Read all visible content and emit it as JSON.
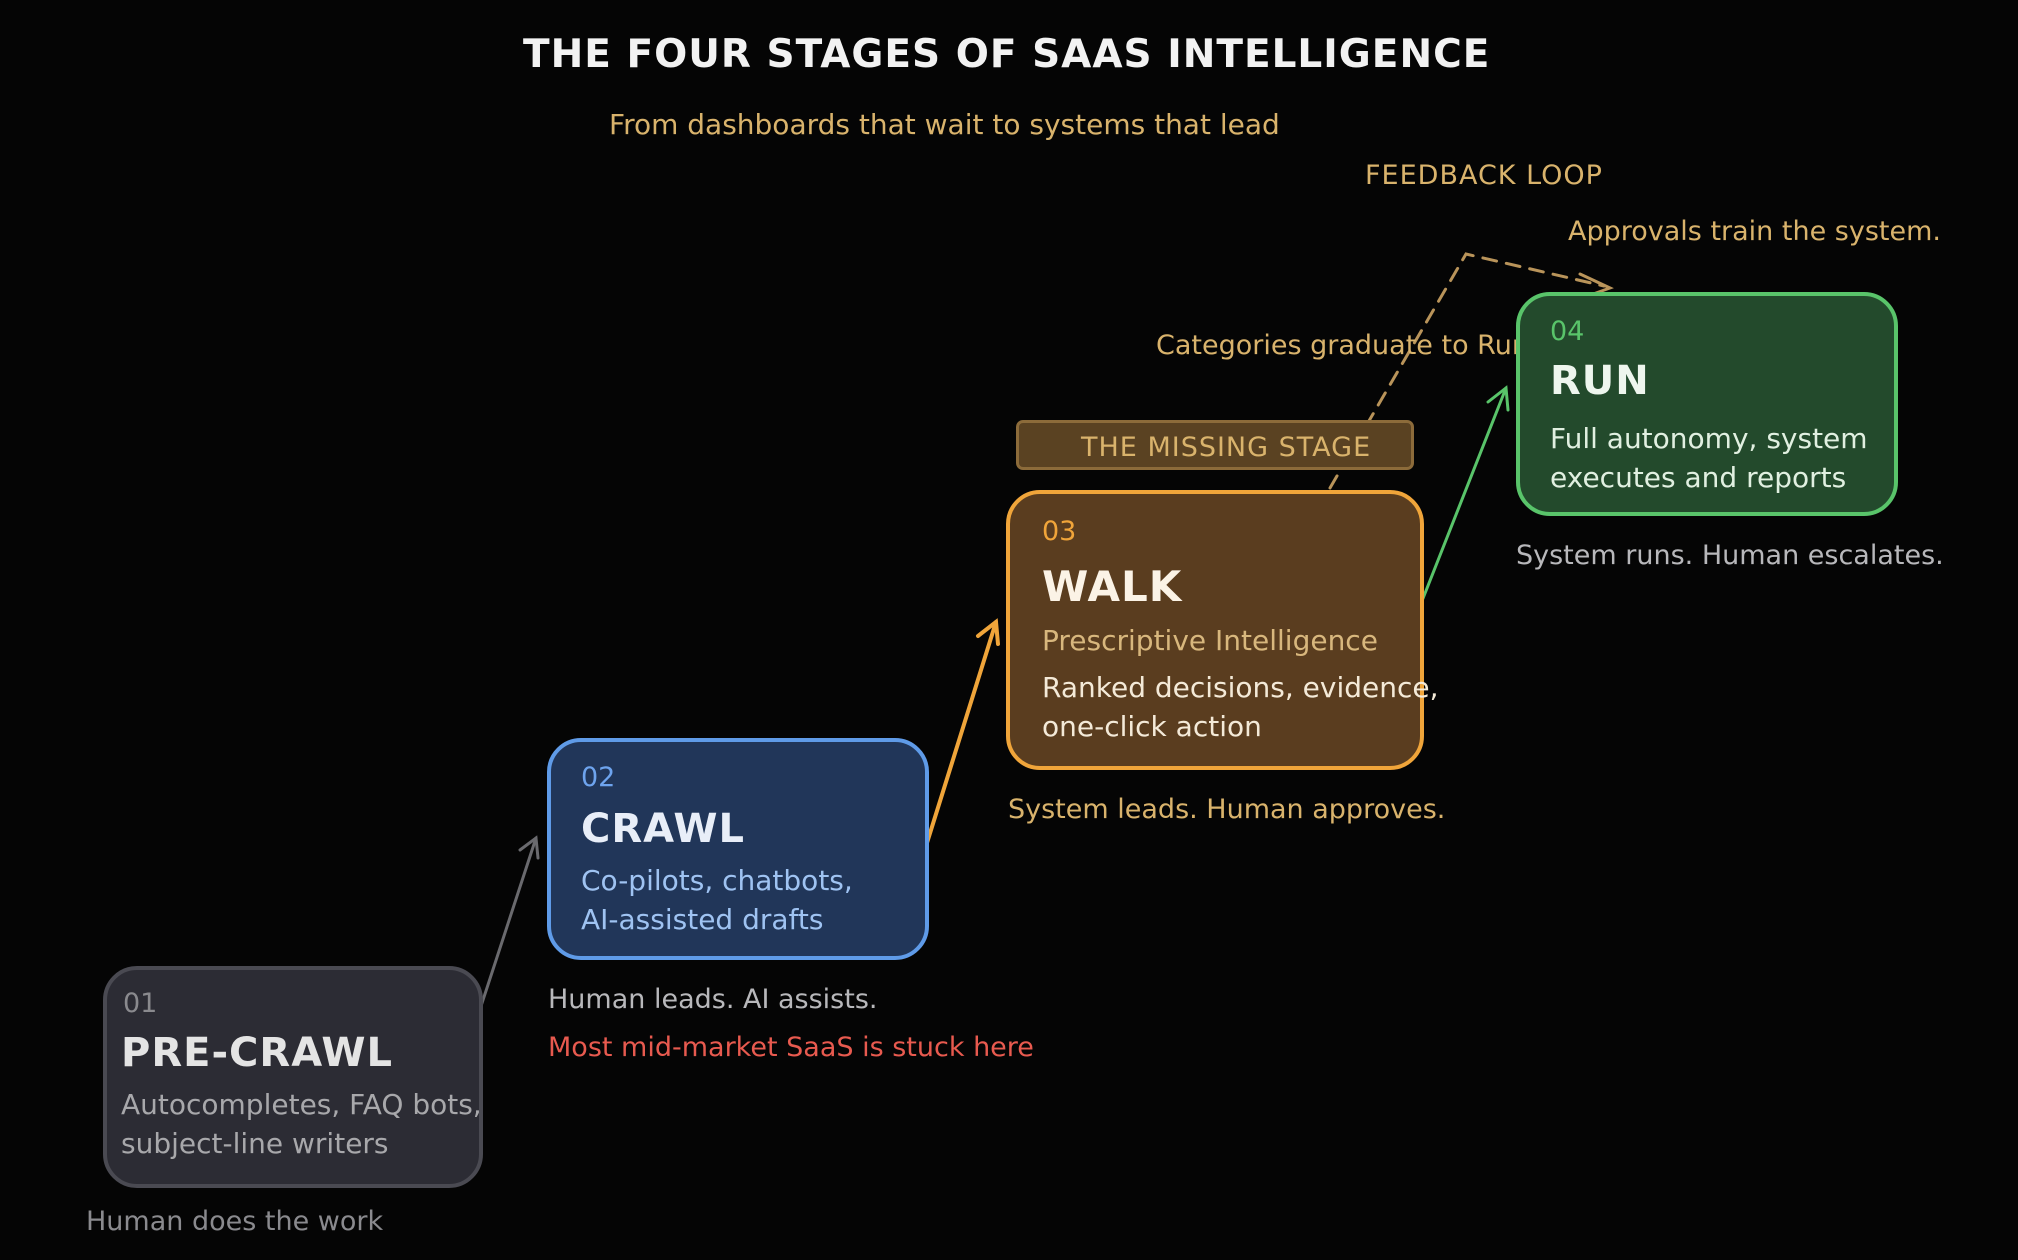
{
  "title": "THE FOUR STAGES OF SAAS INTELLIGENCE",
  "subtitle": "From dashboards that wait to systems that lead",
  "feedback": {
    "label": "FEEDBACK LOOP",
    "approvals": "Approvals train the system.",
    "graduate": "Categories graduate to Run."
  },
  "missing_stage": "THE MISSING STAGE",
  "stages": [
    {
      "number": "01",
      "name": "PRE-CRAWL",
      "line1": "Autocompletes, FAQ bots,",
      "line2": "subject-line writers",
      "caption": "Human does the work",
      "color": "#4a4a52"
    },
    {
      "number": "02",
      "name": "CRAWL",
      "line1": "Co-pilots, chatbots,",
      "line2": "AI-assisted drafts",
      "caption": "Human leads. AI assists.",
      "note": "Most mid-market SaaS is stuck here",
      "color": "#5f9be8"
    },
    {
      "number": "03",
      "name": "WALK",
      "subtitle": "Prescriptive Intelligence",
      "line1": "Ranked decisions, evidence,",
      "line2": "one-click action",
      "caption": "System leads. Human approves.",
      "color": "#f0a53a"
    },
    {
      "number": "04",
      "name": "RUN",
      "line1": "Full autonomy, system",
      "line2": "executes and reports",
      "caption": "System runs. Human escalates.",
      "color": "#59c46a"
    }
  ],
  "colors": {
    "background": "#050505",
    "accent_text": "#d9b36c",
    "warning_note": "#e85a4f"
  }
}
